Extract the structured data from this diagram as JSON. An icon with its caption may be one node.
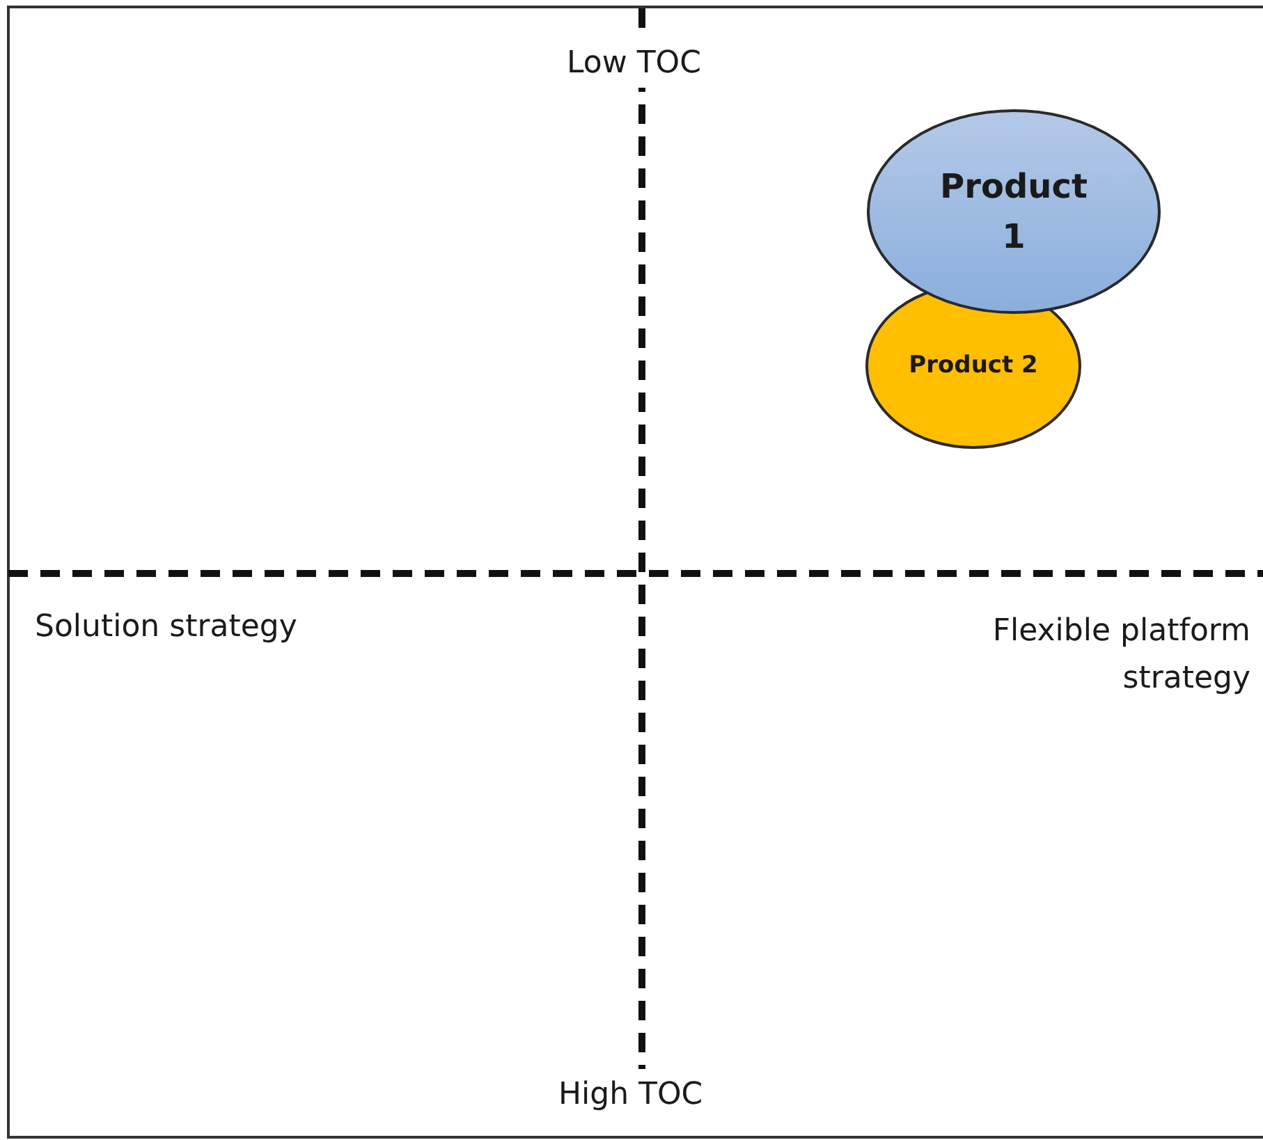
{
  "diagram": {
    "nodes": [
      {
        "text": [
          "Product 1"
        ]
      },
      {
        "text": [
          "Product 2"
        ]
      }
    ],
    "labels": [
      "Low TOC",
      "Solution strategy",
      "Flexible platform strategy",
      "High TOC"
    ]
  }
}
